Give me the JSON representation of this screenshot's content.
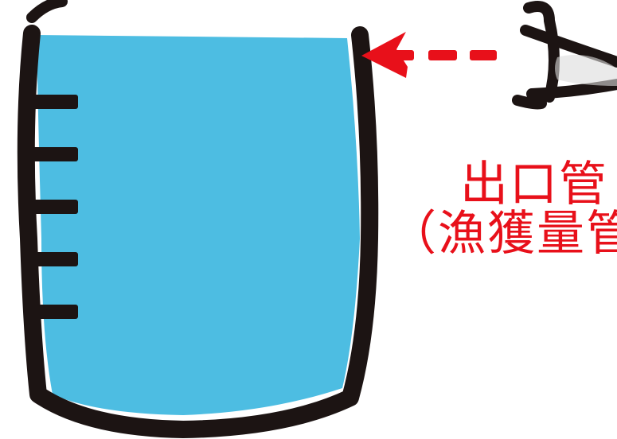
{
  "caption": {
    "line1": "出口管",
    "line2": "（漁獲量管"
  },
  "colors": {
    "water": "#4dbde2",
    "outline": "#1c1413",
    "arrow": "#e8101a",
    "caption": "#e8101a",
    "eye_white": "#ffffff"
  },
  "icons": {
    "container": "beaker-icon",
    "measurement_marks": "graduation-ticks",
    "viewer": "eye-icon",
    "pointer": "dashed-arrow-left-icon"
  },
  "scale_tick_count": 5
}
